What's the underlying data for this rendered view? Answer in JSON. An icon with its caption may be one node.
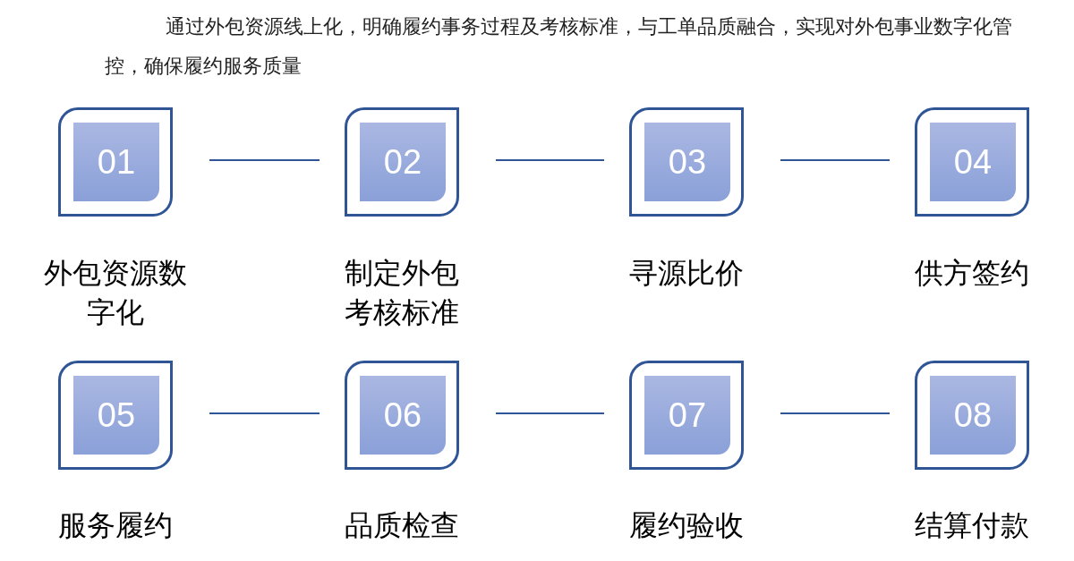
{
  "diagram": {
    "nodes": [
      {
        "text": [
          "01"
        ],
        "beside": [
          "外包资源数字化"
        ]
      },
      {
        "text": [
          "02"
        ],
        "beside": [
          "制定外包考核标准"
        ]
      },
      {
        "text": [
          "03"
        ],
        "beside": [
          "寻源比价"
        ]
      },
      {
        "text": [
          "04"
        ],
        "beside": [
          "供方签约"
        ]
      },
      {
        "text": [
          "05"
        ],
        "beside": [
          "服务履约"
        ]
      },
      {
        "text": [
          "06"
        ],
        "beside": [
          "品质检查"
        ]
      },
      {
        "text": [
          "07"
        ],
        "beside": [
          "履约验收"
        ]
      },
      {
        "text": [
          "08"
        ],
        "beside": [
          "结算付款"
        ]
      }
    ],
    "edges": [
      {
        "from": 0,
        "to": 1,
        "arrow": "none"
      },
      {
        "from": 1,
        "to": 2,
        "arrow": "none"
      },
      {
        "from": 2,
        "to": 3,
        "arrow": "none"
      },
      {
        "from": 4,
        "to": 5,
        "arrow": "none"
      },
      {
        "from": 5,
        "to": 6,
        "arrow": "none"
      },
      {
        "from": 6,
        "to": 7,
        "arrow": "none"
      }
    ],
    "labels": [
      "通过外包资源线上化，明确履约事务过程及考核标准，与工单品质融合，实现对外包事业数字化管控，确保履约服务质量"
    ]
  }
}
